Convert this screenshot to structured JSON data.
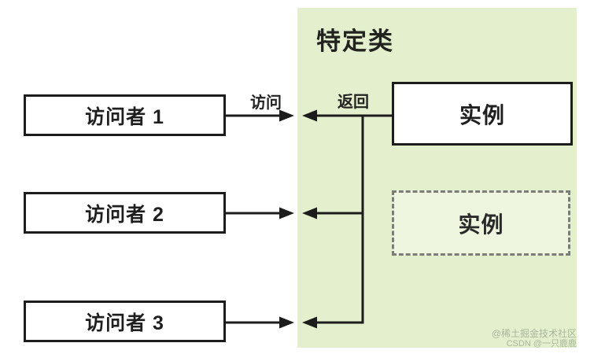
{
  "region": {
    "title": "特定类"
  },
  "visitors": [
    {
      "label": "访问者 1"
    },
    {
      "label": "访问者 2"
    },
    {
      "label": "访问者 3"
    }
  ],
  "instances": {
    "solid": "实例",
    "dashed": "实例"
  },
  "arrow_labels": {
    "access": "访问",
    "return": "返回"
  },
  "watermark": {
    "line1": "@稀土掘金技术社区",
    "line2": "CSDN @一只鹿鹿"
  },
  "colors": {
    "region_background": "#e4f0cd",
    "line": "#1c1c1c",
    "dashed_border": "#7b7d78",
    "watermark_text": "#a9b69d",
    "box_background": "#ffffff"
  }
}
